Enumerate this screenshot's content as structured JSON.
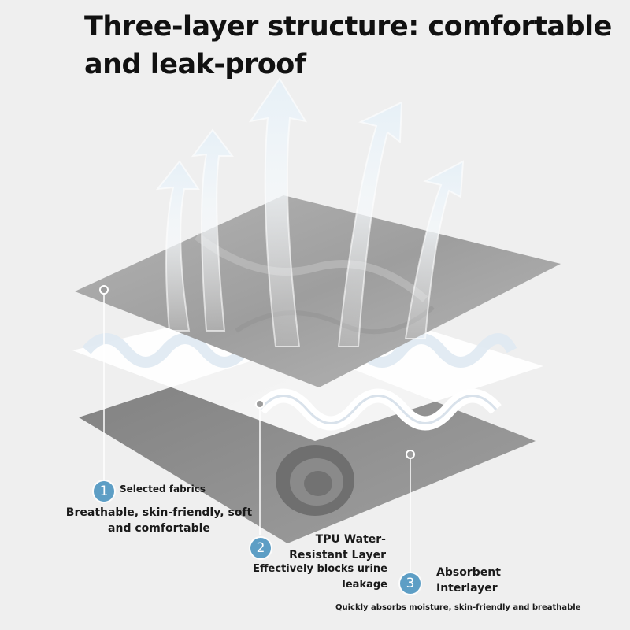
{
  "title": {
    "line1": "Three-layer structure: comfortable",
    "line2": "and leak-proof"
  },
  "colors": {
    "background": "#efefef",
    "badge": "#5d9ec5",
    "text": "#1a1a1a",
    "top_layer": "#a6a6a6",
    "bottom_layer": "#8f8f8f",
    "middle_layer": "#ffffff"
  },
  "layers": [
    {
      "number": "1",
      "name": "Selected fabrics",
      "description": "Breathable, skin-friendly, soft and comfortable"
    },
    {
      "number": "2",
      "name": "TPU Water-Resistant Layer",
      "description": "Effectively blocks urine leakage"
    },
    {
      "number": "3",
      "name": "Absorbent Interlayer",
      "description": "Quickly absorbs moisture, skin-friendly and breathable"
    }
  ],
  "icons": [
    "breathable-arrow-icon",
    "fabric-layer-illustration"
  ]
}
